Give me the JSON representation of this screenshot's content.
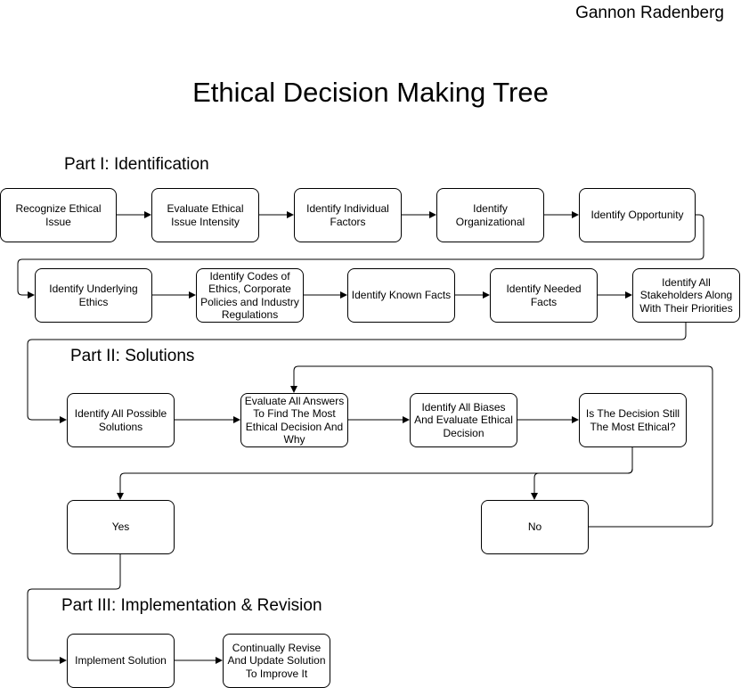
{
  "author": "Gannon Radenberg",
  "title": "Ethical Decision Making Tree",
  "sections": {
    "part1": "Part I: Identification",
    "part2": "Part II: Solutions",
    "part3": "Part III: Implementation & Revision"
  },
  "nodes": {
    "recognize": "Recognize Ethical Issue",
    "evaluate_intensity": "Evaluate Ethical Issue Intensity",
    "individual_factors": "Identify Individual Factors",
    "organizational": "Identify Organizational",
    "opportunity": "Identify Opportunity",
    "underlying_ethics": "Identify Underlying Ethics",
    "codes": "Identify Codes of Ethics, Corporate Policies and Industry Regulations",
    "known_facts": "Identify Known Facts",
    "needed_facts": "Identify Needed Facts",
    "stakeholders": "Identify All Stakeholders Along With Their Priorities",
    "possible_solutions": "Identify All Possible Solutions",
    "evaluate_answers": "Evaluate All Answers To Find The Most Ethical Decision And Why",
    "biases": "Identify All Biases And Evaluate Ethical Decision",
    "still_ethical": "Is The Decision Still The Most Ethical?",
    "yes": "Yes",
    "no": "No",
    "implement": "Implement Solution",
    "revise": "Continually Revise And Update Solution To Improve It"
  }
}
